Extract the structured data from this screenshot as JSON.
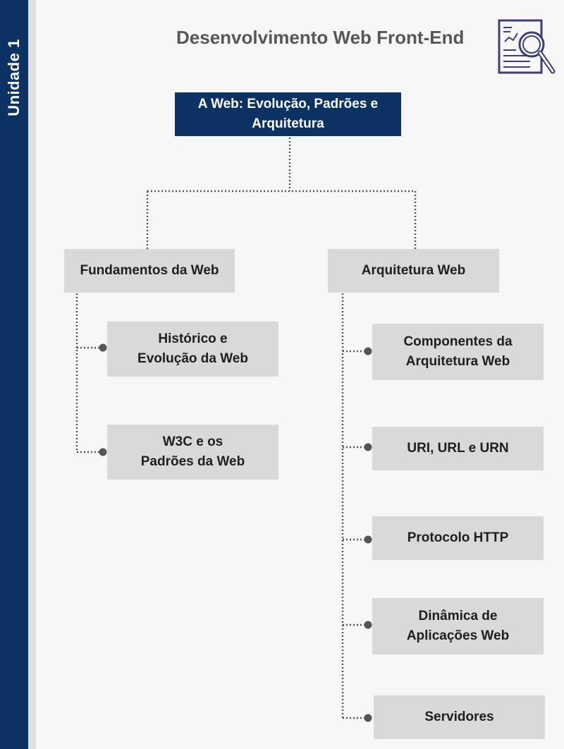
{
  "unit_label": "Unidade 1",
  "page_title": "Desenvolvimento Web Front-End",
  "header_icon": "document-analysis-icon",
  "colors": {
    "navy": "#0b3263",
    "box_gray": "#d9d9d9",
    "background": "#f7f7f7",
    "connector": "#555555",
    "title_gray": "#575757"
  },
  "diagram": {
    "root": {
      "label": "A Web: Evolução, Padrões e\nArquitetura"
    },
    "branches": [
      {
        "label": "Fundamentos da Web",
        "children": [
          {
            "label": "Histórico e\nEvolução da Web"
          },
          {
            "label": "W3C e os\nPadrões da Web"
          }
        ]
      },
      {
        "label": "Arquitetura Web",
        "children": [
          {
            "label": "Componentes da\nArquitetura Web"
          },
          {
            "label": "URI, URL e URN"
          },
          {
            "label": "Protocolo HTTP"
          },
          {
            "label": "Dinâmica de\nAplicações Web"
          },
          {
            "label": "Servidores"
          }
        ]
      }
    ]
  }
}
